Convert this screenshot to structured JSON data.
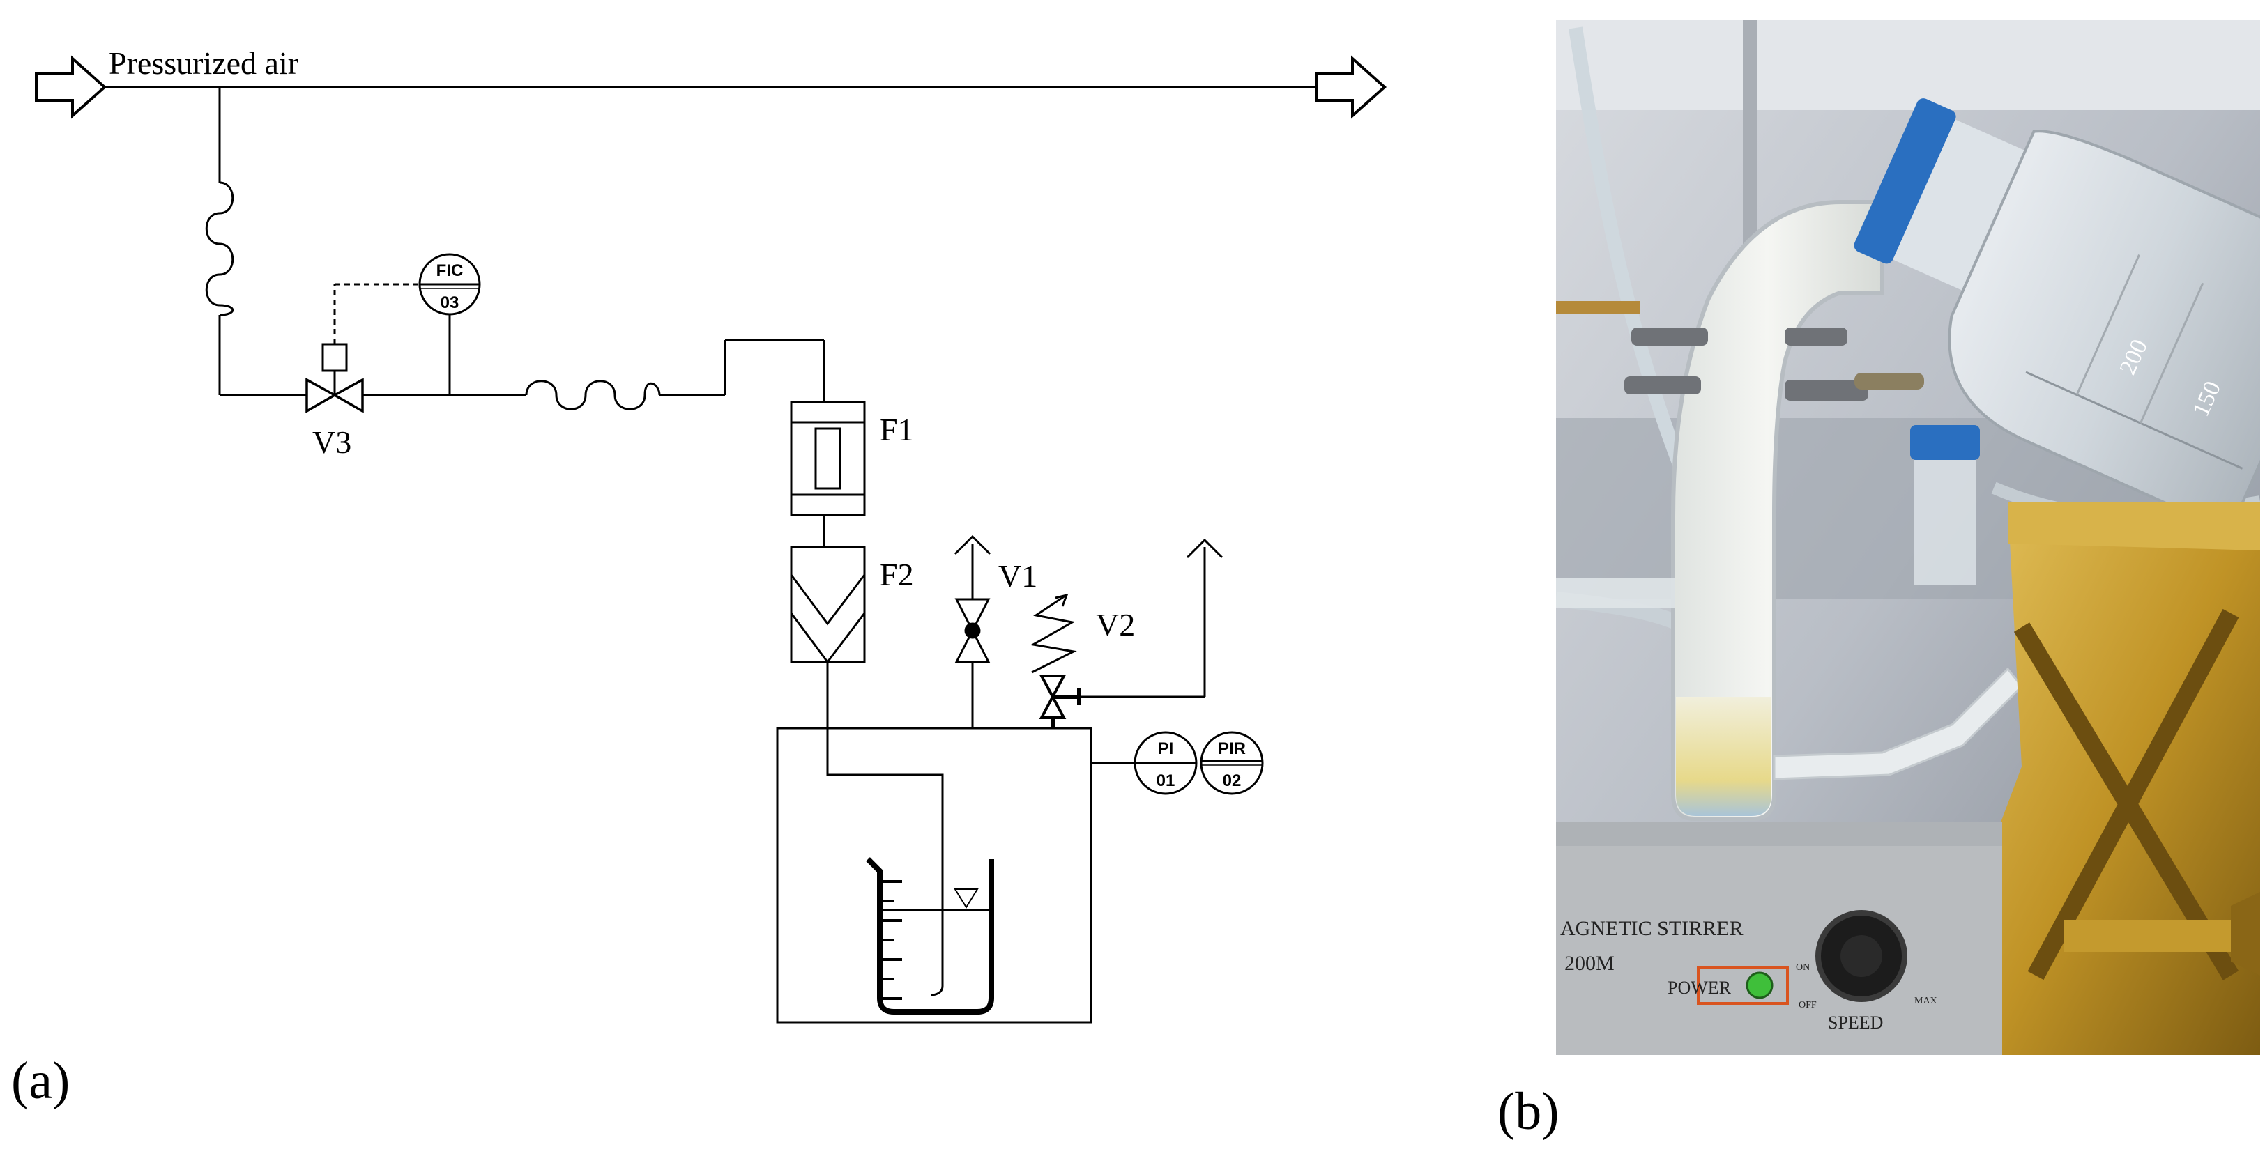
{
  "figure": {
    "panel_a_label": "(a)",
    "panel_b_label": "(b)"
  },
  "diagram": {
    "air_label": "Pressurized air",
    "valve_v3": "V3",
    "valve_v1": "V1",
    "valve_v2": "V2",
    "filter_f1": "F1",
    "filter_f2": "F2",
    "instruments": [
      {
        "top": "FIC",
        "bottom": "03"
      },
      {
        "top": "PI",
        "bottom": "01"
      },
      {
        "top": "PIR",
        "bottom": "02"
      }
    ]
  },
  "photo": {
    "stirrer_brand": "AGNETIC STIRRER",
    "stirrer_model": "200M",
    "power_label": "POWER",
    "on_label": "ON",
    "off_label": "OFF",
    "speed_label": "SPEED",
    "max_label": "MAX",
    "bottle_marks": [
      "200",
      "150"
    ],
    "colors": {
      "cap": "#2a6fc0",
      "bench": "#c9cdd2",
      "jack": "#c9a032",
      "power_led": "#3fbf3a",
      "foam": "#eef0ec"
    }
  }
}
